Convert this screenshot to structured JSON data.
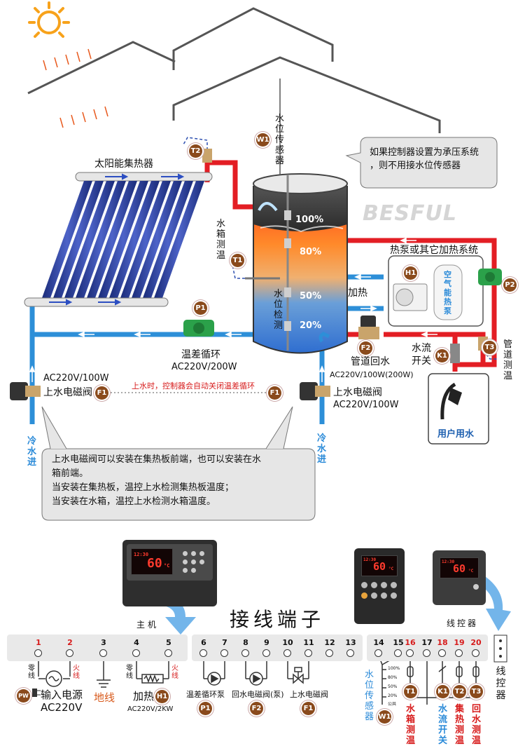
{
  "diagram": {
    "collector_label": "太阳能集热器",
    "water_level_sensor": "水位传感器",
    "tank_temp_sensor": "水箱测温",
    "callout_pressure": [
      "如果控制器设置为承压系统",
      "，则不用接水位传感器"
    ],
    "brand": "BESFUL",
    "levels": [
      "100%",
      "80%",
      "50%",
      "20%"
    ],
    "tank_level_detect": "水位检测",
    "heatpump_title": "热泵或其它加热系统",
    "heatpump_vertical": "空气能热泵",
    "heating": "加热",
    "pump_p1": "温差循环",
    "pump_p1_power": "AC220V/200W",
    "valve_left_power": "AC220V/100W",
    "valve_left_name": "上水电磁阀",
    "note_red": "上水时，控制器会自动关闭温差循环",
    "valve_right_name": "上水电磁阀",
    "valve_right_power": "AC220V/100W",
    "pipe_return": "管道回水",
    "pipe_return_power": "AC220V/100W(200W)",
    "flow_switch": "水流开关",
    "pipe_temp": "管道测温",
    "user_water": "用户用水",
    "cold_in": "冷水进",
    "note_main": [
      "上水电磁阀可以安装在集热板前端，也可以安装在水",
      "箱前端。",
      "当安装在集热板，温控上水检测集热板温度；",
      "当安装在水箱，温控上水检测水箱温度。"
    ],
    "badges": {
      "w1": "W1",
      "t1": "T1",
      "t2": "T2",
      "t3": "T3",
      "p1": "P1",
      "p2": "P2",
      "h1": "H1",
      "f1": "F1",
      "f2": "F2",
      "k1": "K1",
      "pw": "PW"
    }
  },
  "wiring": {
    "title": "接线端子",
    "main_unit": "主机",
    "wire_controller": "线控器",
    "wire_controller_vertical": "线控器",
    "display_value": "60",
    "display_unit": "°C",
    "display_time": "12:30",
    "terminals": [
      "1",
      "2",
      "3",
      "4",
      "5",
      "6",
      "7",
      "8",
      "9",
      "10",
      "11",
      "12",
      "13",
      "14",
      "15",
      "16",
      "17",
      "18",
      "19",
      "20"
    ],
    "neutral": "零线",
    "live": "火线",
    "power_input": "输入电源",
    "power_voltage": "AC220V",
    "ground": "地线",
    "heater": "加热",
    "heater_power": "AC220V/2KW",
    "pump_label": "温差循环泵",
    "return_valve": "回水电磁阀(泵)",
    "inlet_valve": "上水电磁阀",
    "sensor_levels": [
      "100%",
      "80%",
      "50%",
      "20%",
      "公共"
    ],
    "water_level_sensor": "水位传感器",
    "tank_temp": "水箱测温",
    "flow_switch": "水流开关",
    "collector_temp": "集热测温",
    "return_temp": "回水测温"
  },
  "colors": {
    "hot": "#e31e24",
    "cold": "#2d8fd8",
    "badge": "#8a4a1c",
    "accent_red": "#d71c1c"
  }
}
